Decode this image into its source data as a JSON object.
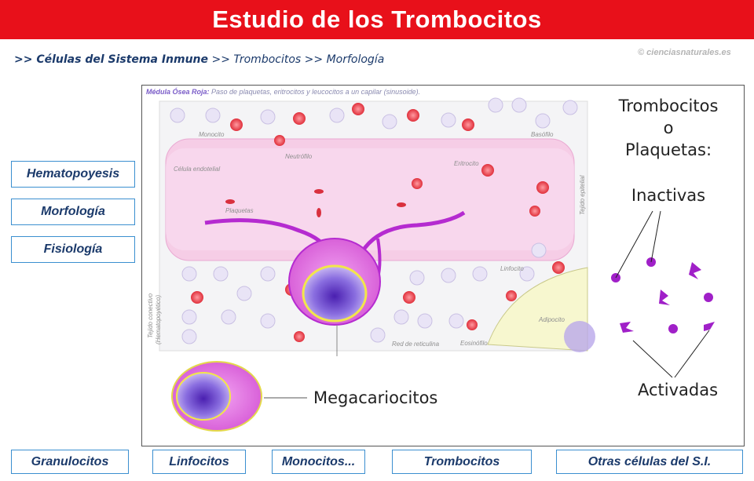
{
  "header": {
    "title": "Estudio de los Trombocitos"
  },
  "breadcrumb": {
    "part1": ">> Células del Sistema Inmune",
    "part2": ">> Trombocitos",
    "part3": ">> Morfología"
  },
  "copyright": "© cienciasnaturales.es",
  "sidebar": {
    "items": [
      {
        "label": "Hematopoyesis"
      },
      {
        "label": "Morfología"
      },
      {
        "label": "Fisiología"
      }
    ]
  },
  "diagram": {
    "caption_bold": "Médula Ósea Roja:",
    "caption_rest": " Paso de plaquetas, eritrocitos y leucocitos a un capilar (sinusoide).",
    "labels": {
      "monocito": "Monocito",
      "neutrofilo": "Neutrófilo",
      "eritrocito": "Eritrocito",
      "basofilo": "Basófilo",
      "celula_endotelial": "Célula endotelial",
      "plaquetas": "Plaquetas",
      "tejido_epitelial": "Tejido epitelial",
      "tejido_conectivo": "Tejido conectivo",
      "hematopoyetico": "(Hematopoyético)",
      "linfocito": "Linfocito",
      "adipocito": "Adipocito",
      "red_reticulina": "Red de reticulina",
      "eosinofilo": "Eosinófilo"
    },
    "right_title": [
      "Trombocitos",
      "o",
      "Plaquetas:"
    ],
    "inactivas": "Inactivas",
    "activadas": "Activadas",
    "megacariocitos": "Megacariocitos"
  },
  "bottom_nav": {
    "items": [
      {
        "label": "Granulocitos"
      },
      {
        "label": "Linfocitos"
      },
      {
        "label": "Monocitos..."
      },
      {
        "label": "Trombocitos"
      },
      {
        "label": "Otras células del S.I."
      }
    ]
  },
  "colors": {
    "banner": "#e8101a",
    "button_border": "#3b8fd0",
    "platelet": "#a020c8",
    "erythrocyte": "#e23340"
  }
}
